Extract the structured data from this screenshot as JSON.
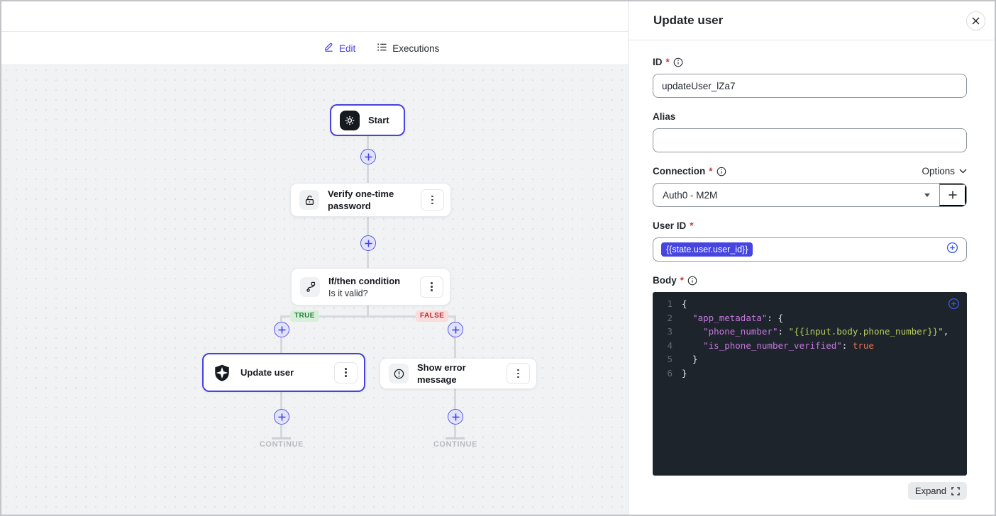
{
  "colors": {
    "accent_blue": "#4742e0",
    "true_badge_bg": "#d9efdc",
    "true_badge_text": "#1e7e34",
    "false_badge_bg": "#fadcdc",
    "false_badge_text": "#b42929",
    "code_bg": "#1e242c",
    "code_key": "#c678dd",
    "code_string": "#b6cc5a",
    "code_bool": "#e5734d"
  },
  "toolbar": {
    "edit_label": "Edit",
    "executions_label": "Executions"
  },
  "flow": {
    "start": {
      "title": "Start"
    },
    "verify": {
      "title": "Verify one-time password"
    },
    "condition": {
      "title": "If/then condition",
      "subtitle": "Is it valid?"
    },
    "branch_true": "TRUE",
    "branch_false": "FALSE",
    "update": {
      "title": "Update user"
    },
    "error": {
      "title": "Show error message"
    },
    "continue_left": "CONTINUE",
    "continue_right": "CONTINUE"
  },
  "panel": {
    "title": "Update user",
    "required_marker": "*",
    "id_label": "ID",
    "id_value": "updateUser_lZa7",
    "alias_label": "Alias",
    "alias_value": "",
    "connection_label": "Connection",
    "options_label": "Options",
    "connection_value": "Auth0 - M2M",
    "user_id_label": "User ID",
    "user_id_token": "{{state.user.user_id}}",
    "body_label": "Body",
    "expand_label": "Expand"
  },
  "code": {
    "lines": [
      {
        "num": "1",
        "tokens": [
          [
            "plain",
            "{"
          ]
        ]
      },
      {
        "num": "2",
        "tokens": [
          [
            "plain",
            "  "
          ],
          [
            "key",
            "\"app_metadata\""
          ],
          [
            "plain",
            ": {"
          ]
        ]
      },
      {
        "num": "3",
        "tokens": [
          [
            "plain",
            "    "
          ],
          [
            "key",
            "\"phone_number\""
          ],
          [
            "plain",
            ": "
          ],
          [
            "str",
            "\"{{input.body.phone_number}}\""
          ],
          [
            "plain",
            ","
          ]
        ]
      },
      {
        "num": "4",
        "tokens": [
          [
            "plain",
            "    "
          ],
          [
            "key",
            "\"is_phone_number_verified\""
          ],
          [
            "plain",
            ": "
          ],
          [
            "bool",
            "true"
          ]
        ]
      },
      {
        "num": "5",
        "tokens": [
          [
            "plain",
            "  }"
          ]
        ]
      },
      {
        "num": "6",
        "tokens": [
          [
            "plain",
            "}"
          ]
        ]
      }
    ]
  }
}
